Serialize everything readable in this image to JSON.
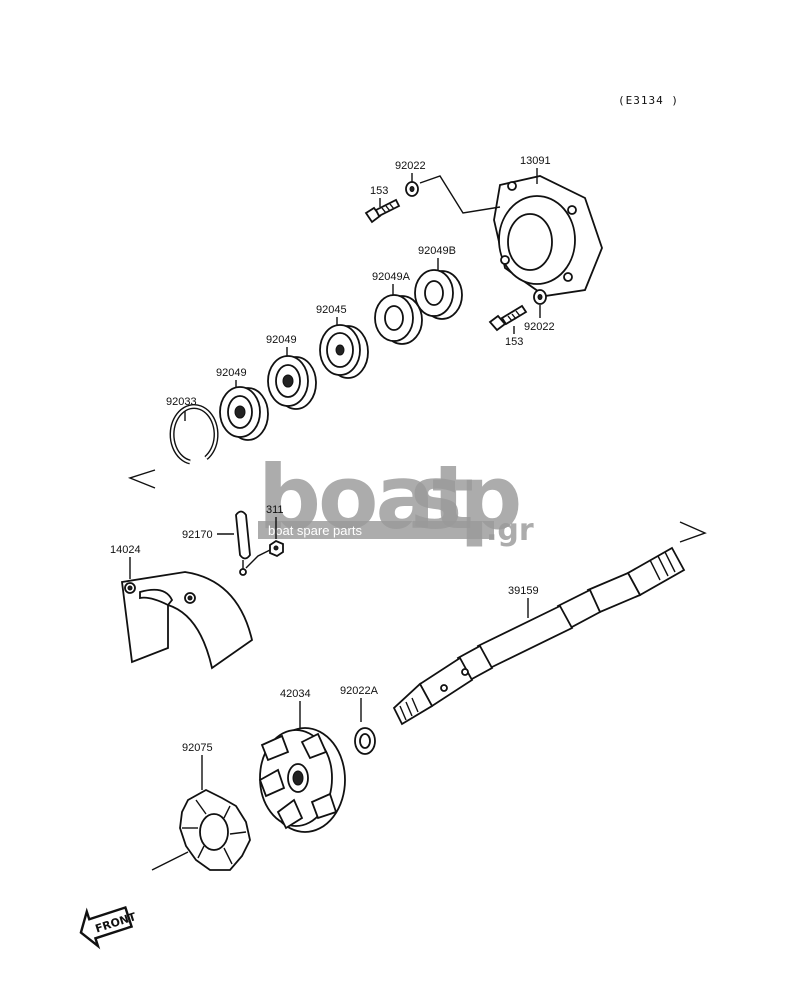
{
  "diagram_code": "(E3134 )",
  "labels": {
    "p13091": "13091",
    "p92022_top": "92022",
    "p153_top": "153",
    "p92049B": "92049B",
    "p92049A": "92049A",
    "p92045": "92045",
    "p92049_a": "92049",
    "p92049_b": "92049",
    "p92033": "92033",
    "p92022_right": "92022",
    "p153_right": "153",
    "p311": "311",
    "p92170": "92170",
    "p14024": "14024",
    "p39159": "39159",
    "p42034": "42034",
    "p92022A": "92022A",
    "p92075": "92075"
  },
  "front_arrow": "FRONT",
  "watermark": {
    "brand_left": "boat",
    "brand_right": "sp",
    "tld": ".gr",
    "tagline": "boat spare parts"
  },
  "colors": {
    "line": "#111111",
    "watermark_grey": "#9a9a9a"
  }
}
